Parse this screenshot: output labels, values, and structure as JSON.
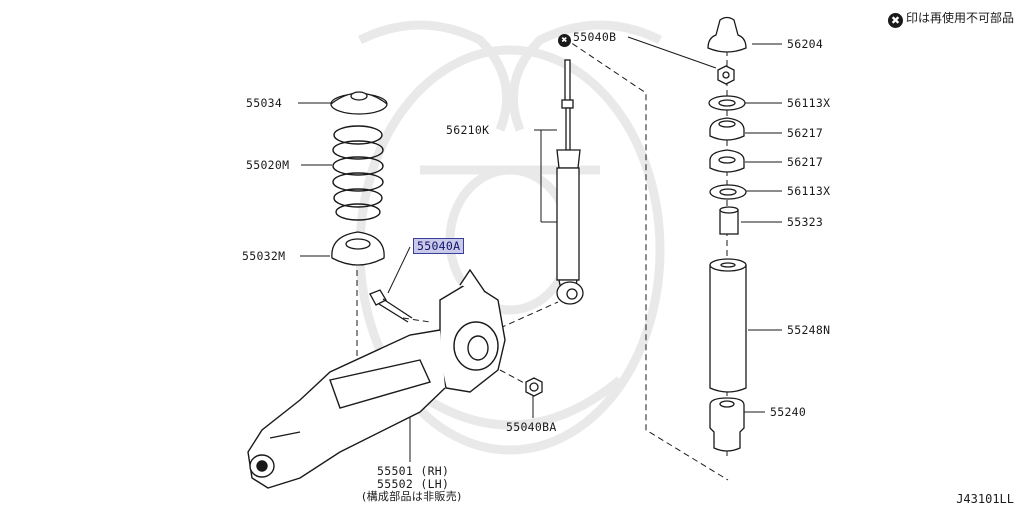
{
  "note": {
    "mark": "✖",
    "text": "印は再使用不可部品"
  },
  "diagram_code": "J43101LL",
  "parts": {
    "p55034": "55034",
    "p55020m": "55020M",
    "p55032m": "55032M",
    "p55040a": "55040A",
    "p56210k": "56210K",
    "p55040b": "55040B",
    "p55040ba": "55040BA",
    "p55501": "55501 (RH)",
    "p55502": "55502 (LH)",
    "p55502_note": "(構成部品は非販売)",
    "p56204": "56204",
    "p56113x_top": "56113X",
    "p56217_top": "56217",
    "p56217_bottom": "56217",
    "p56113x_bottom": "56113X",
    "p55323": "55323",
    "p55248n": "55248N",
    "p55240": "55240"
  }
}
